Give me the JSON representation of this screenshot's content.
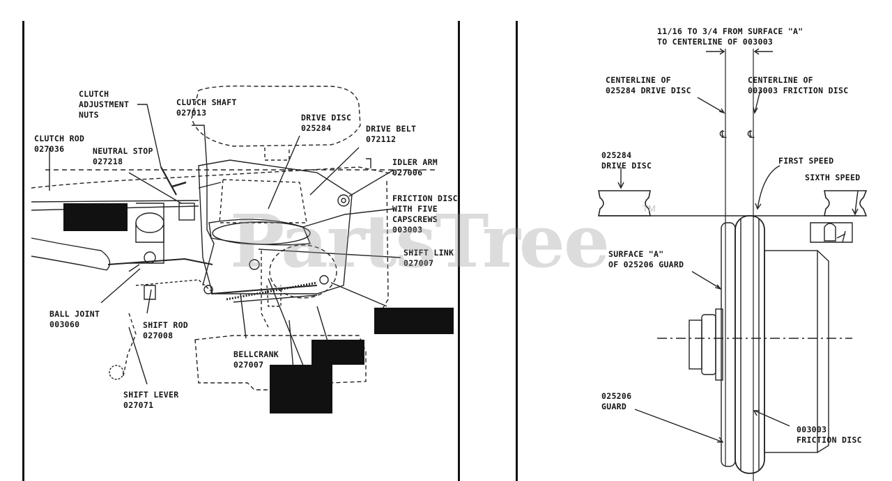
{
  "left": {
    "clutch_adjustment": "CLUTCH\nADJUSTMENT\nNUTS",
    "clutch_shaft": "CLUTCH SHAFT\n027013",
    "drive_disc": "DRIVE DISC\n025284",
    "drive_belt": "DRIVE BELT\n072112",
    "clutch_rod": "CLUTCH ROD\n027036",
    "neutral_stop": "NEUTRAL STOP\n027218",
    "idler_arm": "IDLER ARM\n027006",
    "friction_disc": "FRICTION DISC\nWITH FIVE\nCAPSCREWS\n003003",
    "shift_link": "SHIFT LINK\n027007",
    "ball_joint": "BALL JOINT\n003060",
    "shift_rod": "SHIFT ROD\n027008",
    "bellcrank": "BELLCRANK\n027007",
    "shift_lever": "SHIFT LEVER\n027071"
  },
  "right": {
    "top_dim": "11/16 TO 3/4 FROM SURFACE \"A\"\nTO CENTERLINE OF 003003",
    "cl_drive": "CENTERLINE OF\n025284 DRIVE DISC",
    "cl_friction": "CENTERLINE OF\n003003 FRICTION DISC",
    "drive_disc": "025284\nDRIVE DISC",
    "first_speed": "FIRST SPEED",
    "sixth_speed": "SIXTH SPEED",
    "surface_a": "SURFACE \"A\"\nOF 025206 GUARD",
    "guard": "025206\nGUARD",
    "friction_disc": "003003\nFRICTION DISC"
  },
  "watermark": {
    "text": "PartsTree",
    "tm": "TM"
  }
}
